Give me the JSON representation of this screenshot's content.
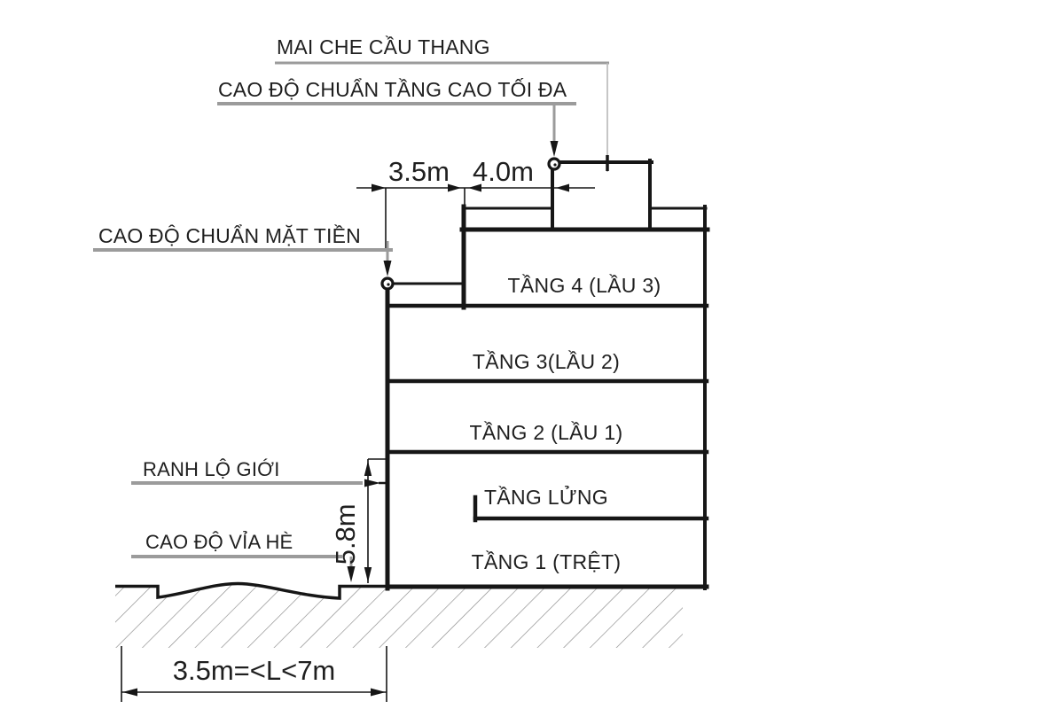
{
  "title": "Building height regulation section diagram",
  "labels": {
    "stair_roof_cover": "MAI CHE CẦU THANG",
    "max_height_datum": "CAO ĐỘ CHUẨN TẦNG CAO TỐI ĐA",
    "facade_datum": "CAO ĐỘ CHUẨN MẶT TIỀN",
    "road_boundary": "RANH LỘ GIỚI",
    "sidewalk_datum": "CAO ĐỘ VỈA HÈ"
  },
  "floors": [
    {
      "label": "TẦNG 4 (LẦU 3)"
    },
    {
      "label": "TẦNG 3(LẦU 2)"
    },
    {
      "label": "TẦNG 2 (LẦU 1)"
    },
    {
      "label": "TẦNG LỬNG"
    },
    {
      "label": "TẦNG 1 (TRỆT)"
    }
  ],
  "dimensions": {
    "front_setback": "3.5m",
    "stair_cover_offset": "4.0m",
    "facade_height": "5.8m",
    "lot_width_range": "3.5m=<L<7m"
  },
  "colors": {
    "line": "#161616",
    "leader_gray": "#9b9b9b",
    "leader_light": "#b8b8b8",
    "hatch": "#8a8a8a"
  }
}
